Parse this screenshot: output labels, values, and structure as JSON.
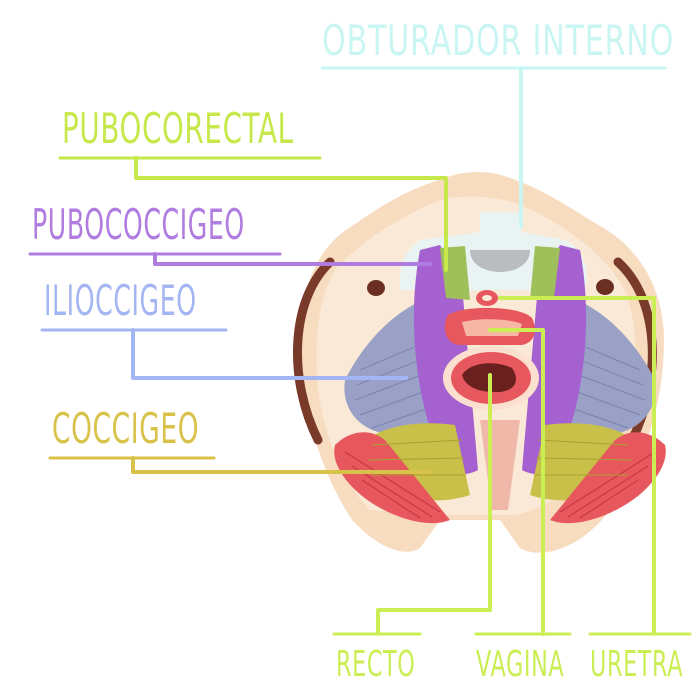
{
  "labels": {
    "obturador_interno": "OBTURADOR INTERNO",
    "pubocorectal": "PUBOCORECTAL",
    "pubococcigeo": "PUBOCOCCIGEO",
    "ilioccigeo": "ILIOCCIGEO",
    "coccigeo": "COCCIGEO",
    "recto": "RECTO",
    "vagina": "VAGINA",
    "uretra": "URETRA"
  },
  "colors": {
    "obturador_interno": "#c9f5f3",
    "pubocorectal": "#c6e84a",
    "pubococcigeo": "#b07ce0",
    "ilioccigeo": "#a3b5f2",
    "coccigeo": "#d8c24a",
    "pointer_lime": "#cbee54",
    "skin": "#f8dcc0",
    "bone": "#f2d7ba"
  }
}
